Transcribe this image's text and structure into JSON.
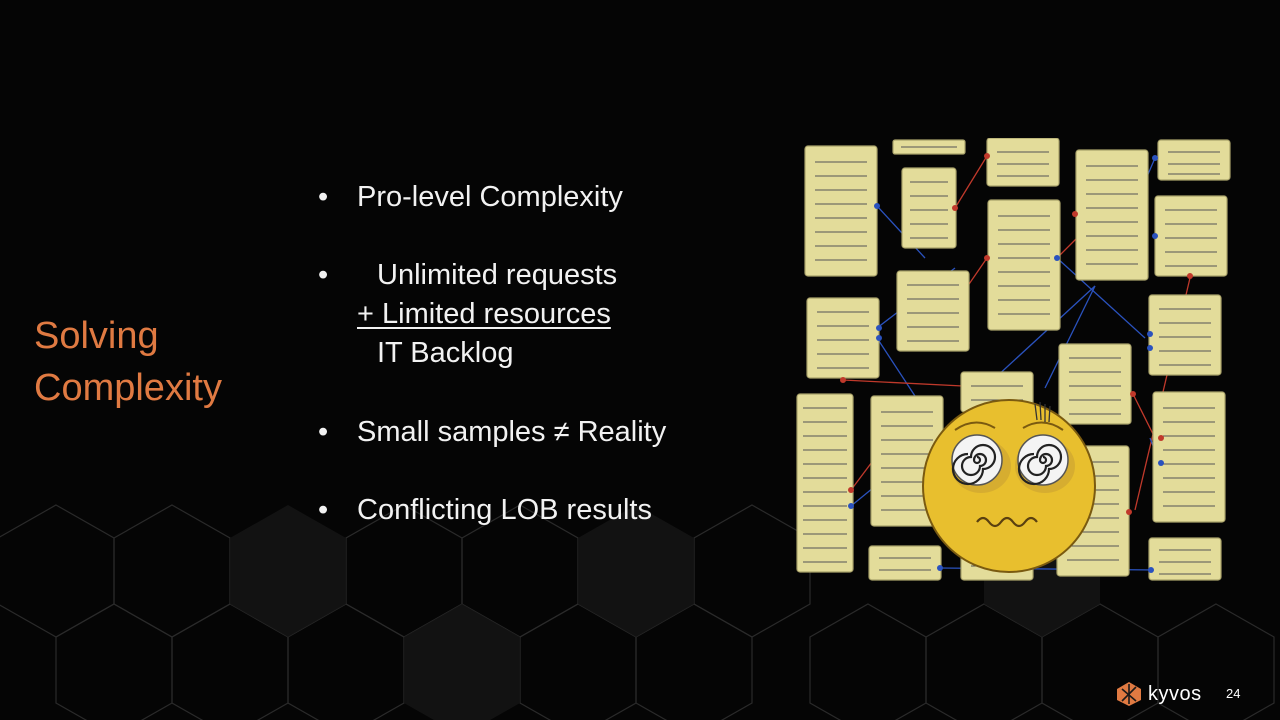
{
  "slide": {
    "title_lines": [
      "Solving",
      "Complexity"
    ],
    "bullets": {
      "b1": "Pro-level Complexity",
      "b2_line1": "Unlimited requests",
      "b2_line2": "+ Limited resources",
      "b2_line3": "IT Backlog",
      "b3": "Small samples ≠ Reality",
      "b4": "Conflicting LOB results"
    },
    "bullet_glyph": "•",
    "page_number": "24"
  },
  "logo": {
    "text": "kyvos",
    "icon": "kyvos-cube-icon"
  },
  "illustration": {
    "icon": "dizzy-face-with-documents-icon"
  },
  "colors": {
    "title": "#e07a42",
    "text": "#f2f2f2",
    "document": "#e3dc9a",
    "link_red": "#c0392b",
    "link_blue": "#2a52be",
    "face": "#e8bf2e"
  }
}
